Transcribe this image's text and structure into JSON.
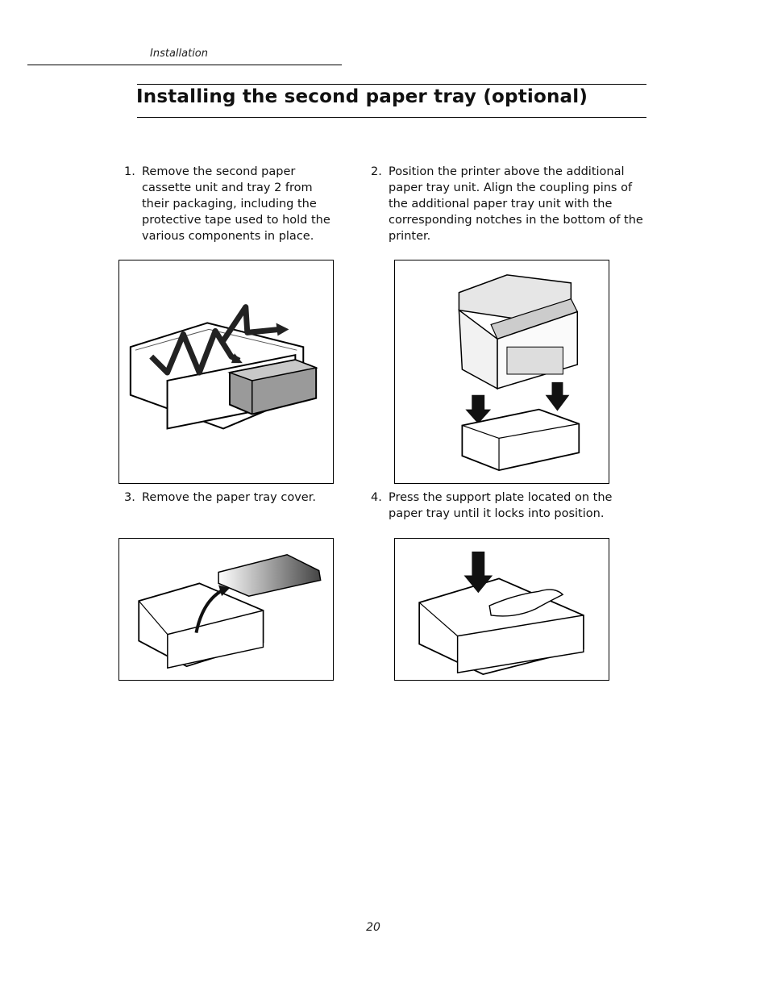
{
  "header": {
    "section": "Installation"
  },
  "title": "Installing the second paper tray (optional)",
  "steps": [
    {
      "number": "1.",
      "text": [
        "Remove the second paper",
        "cassette unit and tray 2 from",
        "their packaging, including the",
        "protective tape used to hold the",
        "various components in place."
      ]
    },
    {
      "number": "2.",
      "text": [
        "Position the printer above the additional",
        "paper tray unit. Align the coupling pins of",
        "the additional paper tray unit with the",
        "corresponding notches in the bottom of the",
        "printer."
      ]
    },
    {
      "number": "3.",
      "text": [
        "Remove the paper tray cover."
      ]
    },
    {
      "number": "4.",
      "text": [
        "Press the support plate located on the",
        "paper tray until it locks into position."
      ]
    }
  ],
  "figures": [
    {
      "icon": "paper-tray-unpacking-illustration"
    },
    {
      "icon": "printer-on-tray-illustration"
    },
    {
      "icon": "tray-cover-removal-illustration"
    },
    {
      "icon": "press-support-plate-illustration"
    }
  ],
  "footer": {
    "page_number": "20"
  }
}
